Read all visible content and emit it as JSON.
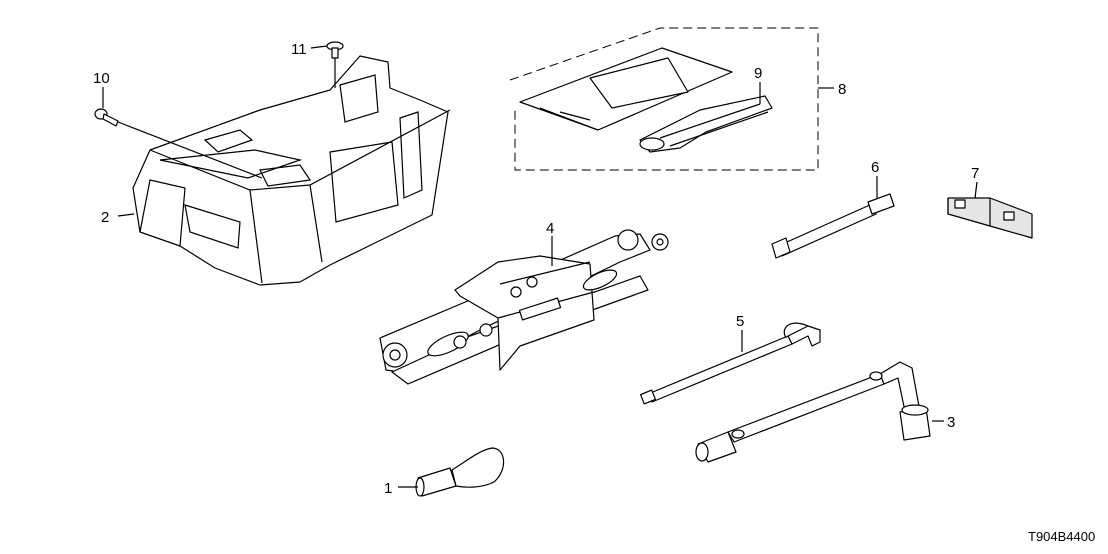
{
  "diagram": {
    "drawing_code": "T904B4400",
    "callouts": {
      "c1": "1",
      "c2": "2",
      "c3": "3",
      "c4": "4",
      "c5": "5",
      "c6": "6",
      "c7": "7",
      "c8": "8",
      "c9": "9",
      "c10": "10",
      "c11": "11"
    }
  }
}
